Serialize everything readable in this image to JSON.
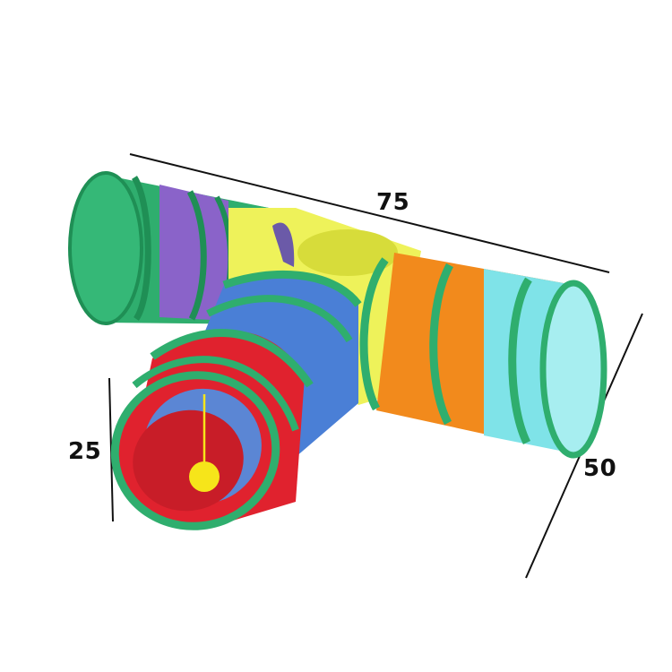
{
  "product": {
    "colors": {
      "green": "#2fae6e",
      "green_dark": "#1f8f55",
      "purple": "#8a63c9",
      "yellow": "#eef25a",
      "blue": "#4a7fd6",
      "red": "#e0222e",
      "orange": "#f28a1c",
      "cyan": "#7fe3e8",
      "ball": "#f6e51a"
    }
  },
  "dimensions": {
    "length": "75",
    "height": "25",
    "width": "50"
  }
}
